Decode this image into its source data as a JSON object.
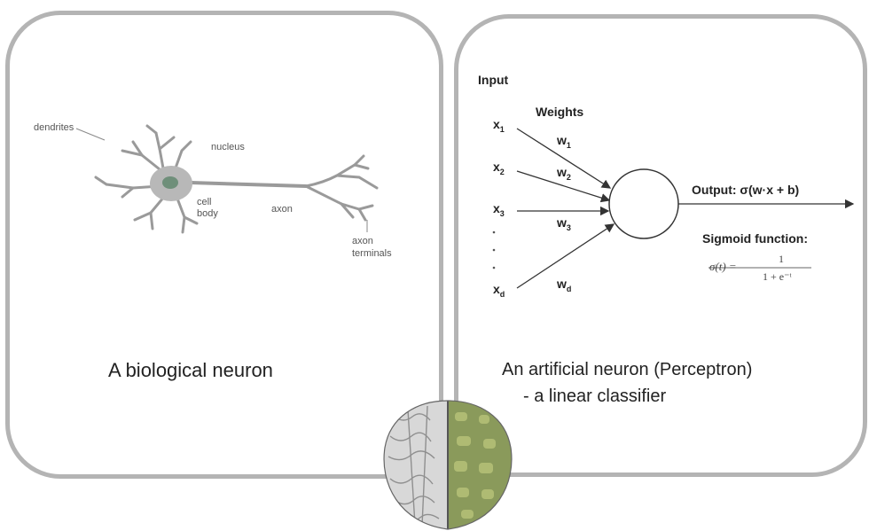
{
  "left": {
    "caption": "A biological neuron",
    "labels": {
      "dendrites": "dendrites",
      "nucleus": "nucleus",
      "cell": "cell",
      "body": "body",
      "axon": "axon",
      "axon_terminals_1": "axon",
      "axon_terminals_2": "terminals"
    }
  },
  "right": {
    "caption_line1": "An artificial neuron (Perceptron)",
    "caption_line2": "- a linear classifier",
    "input_label": "Input",
    "weights_label": "Weights",
    "inputs": [
      "x1",
      "x2",
      "x3",
      "xd"
    ],
    "input_subs": [
      "1",
      "2",
      "3",
      "d"
    ],
    "weights": [
      "w1",
      "w2",
      "w3",
      "wd"
    ],
    "output_label": "Output: σ(w·x + b)",
    "sigmoid_label": "Sigmoid function:",
    "sigmoid_formula_lhs": "σ(t) =",
    "sigmoid_formula_num": "1",
    "sigmoid_formula_den": "1 + e⁻ᵗ"
  },
  "colors": {
    "panel_border": "#b4b4b4",
    "neuron": "#9a9a9a",
    "nucleus": "#6f8f7a",
    "brain_left": "#d8d8d8",
    "brain_right": "#8a9a5b"
  },
  "icons": [
    "neuron-illustration",
    "brain-image"
  ]
}
